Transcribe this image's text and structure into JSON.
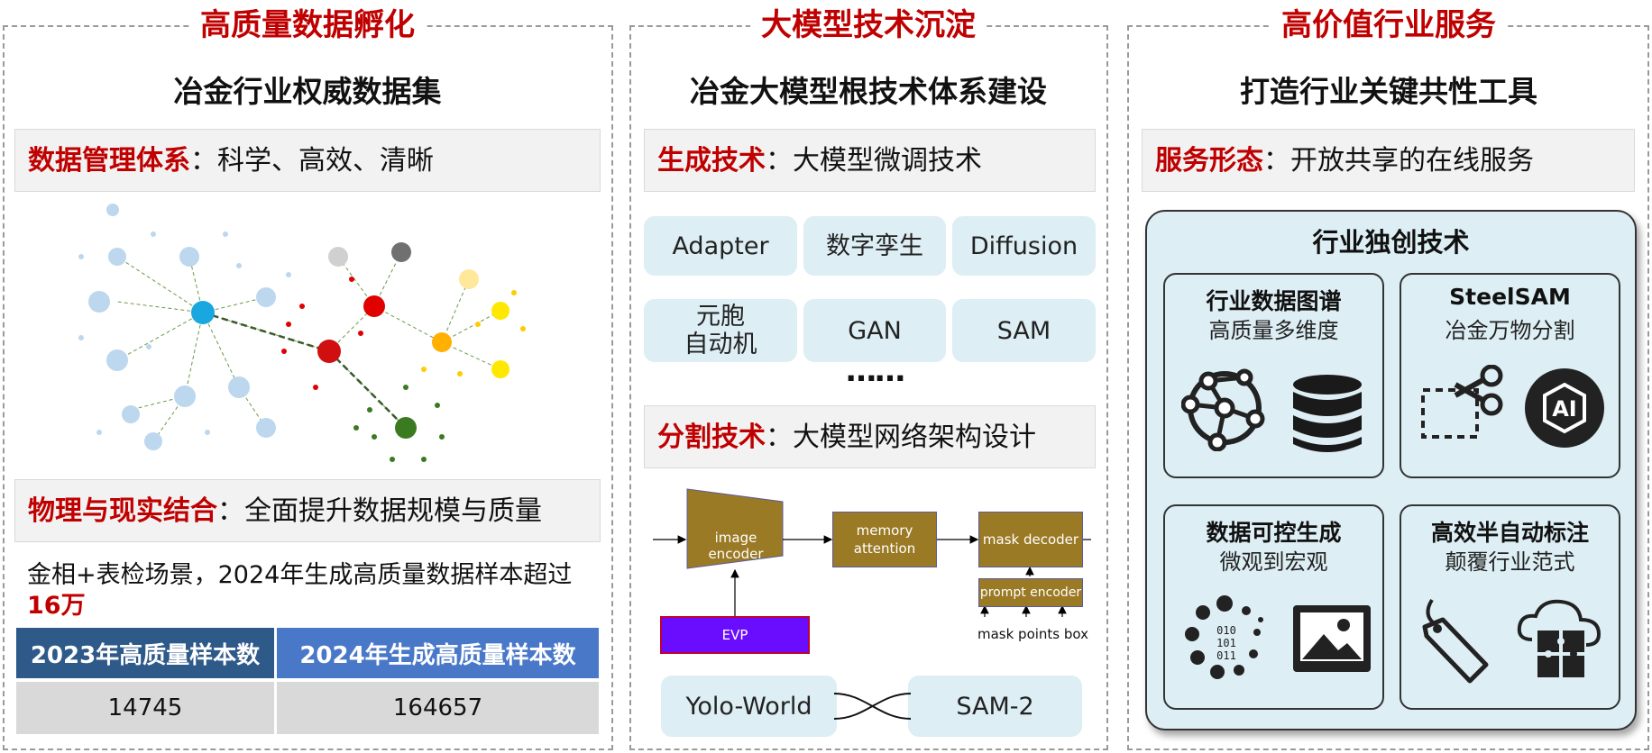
{
  "left": {
    "header": "高质量数据孵化",
    "subtitle": "冶金行业权威数据集",
    "band1": {
      "key": "数据管理体系",
      "text": "：科学、高效、清晰"
    },
    "band2": {
      "key": "物理与现实结合",
      "text": "：全面提升数据规模与质量"
    },
    "note": "金相+表检场景，2024年生成高质量数据样本超过",
    "note_highlight": "16万",
    "table": {
      "headers": [
        "2023年高质量样本数",
        "2024年生成高质量样本数"
      ],
      "values": [
        "14745",
        "164657"
      ],
      "header_colors": [
        "#2e5a8a",
        "#4a78c8"
      ]
    }
  },
  "middle": {
    "header": "大模型技术沉淀",
    "subtitle": "冶金大模型根技术体系建设",
    "band1": {
      "key": "生成技术",
      "text": "：大模型微调技术"
    },
    "chips_row1": [
      "Adapter",
      "数字孪生",
      "Diffusion"
    ],
    "chips_row2": [
      "元胞\n自动机",
      "GAN",
      "SAM"
    ],
    "ellipsis": "……",
    "band2": {
      "key": "分割技术",
      "text": "：大模型网络架构设计"
    },
    "arch": {
      "image_encoder": "image encoder",
      "memory_attention": "memory\nattention",
      "mask_decoder": "mask decoder",
      "prompt_encoder": "prompt encoder",
      "evp": "EVP",
      "prompt_inputs": "mask points box"
    },
    "bottom": [
      "Yolo-World",
      "SAM-2"
    ]
  },
  "right": {
    "header": "高价值行业服务",
    "subtitle": "打造行业关键共性工具",
    "band1": {
      "key": "服务形态",
      "text": "：开放共享的在线服务"
    },
    "inner_title": "行业独创技术",
    "boxes": [
      {
        "title": "行业数据图谱",
        "sub": "高质量多维度",
        "icons": [
          "knowledge-graph-icon",
          "database-icon"
        ]
      },
      {
        "title": "SteelSAM",
        "sub": "冶金万物分割",
        "icons": [
          "scissors-crop-icon",
          "ai-chip-icon"
        ]
      },
      {
        "title": "数据可控生成",
        "sub": "微观到宏观",
        "icons": [
          "binary-dots-icon",
          "image-icon"
        ]
      },
      {
        "title": "高效半自动标注",
        "sub": "颠覆行业范式",
        "icons": [
          "tag-icon",
          "cloud-puzzle-icon"
        ]
      }
    ]
  },
  "colors": {
    "accent_red": "#c00000",
    "chip_bg": "#ddeef4",
    "arch_brown": "#9b7a25",
    "evp_purple": "#6a0dff"
  }
}
